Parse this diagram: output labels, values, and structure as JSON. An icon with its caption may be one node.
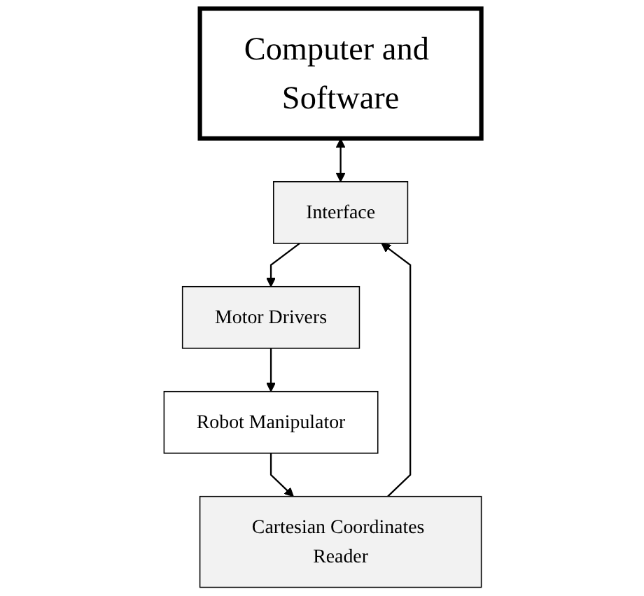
{
  "diagram": {
    "nodes": [
      {
        "text": [
          "Computer and Software"
        ]
      },
      {
        "text": [
          "Interface"
        ]
      },
      {
        "text": [
          "Motor Drivers"
        ]
      },
      {
        "text": [
          "Robot Manipulator"
        ]
      },
      {
        "text": [
          "Cartesian Coordinates Reader"
        ]
      }
    ],
    "edges": [
      {
        "from": 0,
        "to": 1,
        "arrow": "both"
      },
      {
        "from": 1,
        "to": 2,
        "arrow": "to"
      },
      {
        "from": 2,
        "to": 3,
        "arrow": "to"
      },
      {
        "from": 3,
        "to": 4,
        "arrow": "to"
      },
      {
        "from": 4,
        "to": 1,
        "arrow": "to"
      }
    ]
  }
}
